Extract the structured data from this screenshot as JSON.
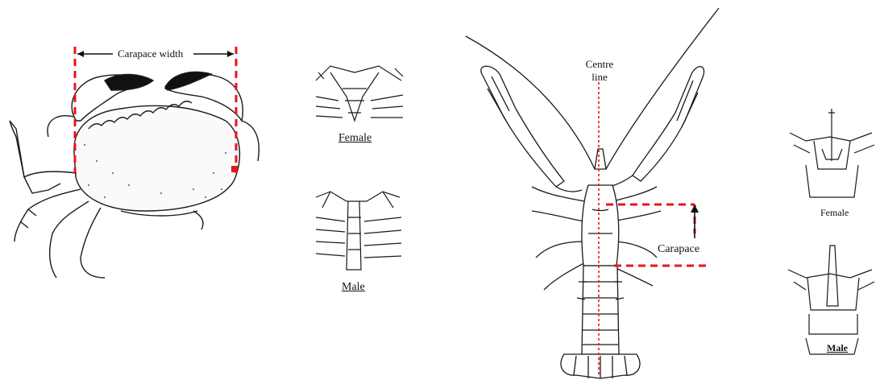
{
  "crab": {
    "carapace_width_label": "Carapace width",
    "female_label": "Female",
    "male_label": "Male"
  },
  "nephrops": {
    "centre_line_label_1": "Centre",
    "centre_line_label_2": "line",
    "carapace_label": "Carapace",
    "female_label": "Female",
    "male_label": "Male"
  },
  "colors": {
    "measure_red": "#e8141e",
    "ink": "#1a1a1a"
  }
}
